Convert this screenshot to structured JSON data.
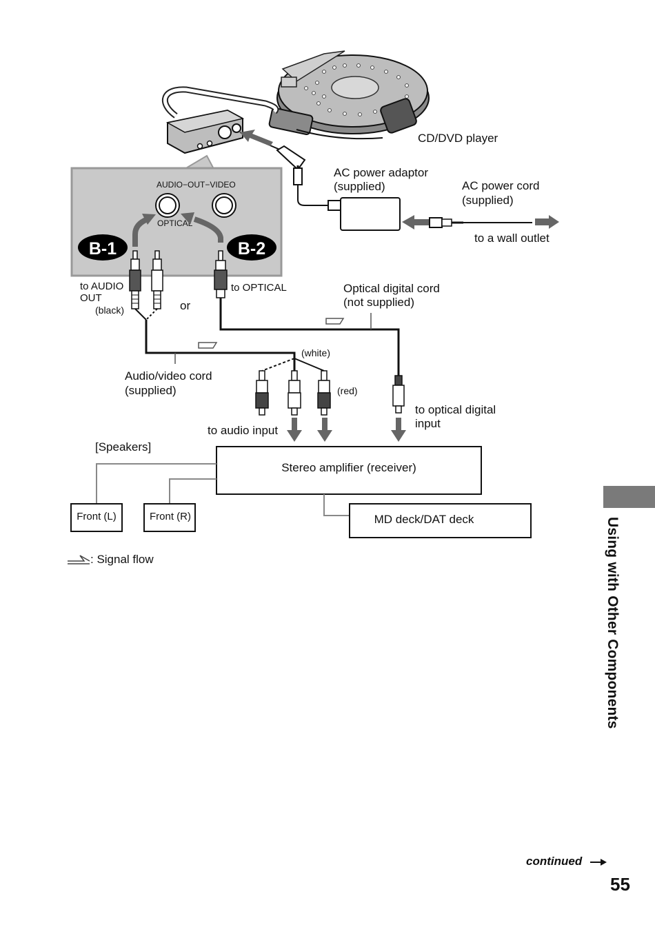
{
  "diagram": {
    "labels": {
      "cd_dvd_player": "CD/DVD player",
      "ac_adaptor_1": "AC power adaptor",
      "ac_adaptor_2": "(supplied)",
      "ac_cord_1": "AC power cord",
      "ac_cord_2": "(supplied)",
      "wall_outlet": "to a wall outlet",
      "panel_audio_out_video": "AUDIO−OUT−VIDEO",
      "panel_optical": "OPTICAL",
      "b1": "B-1",
      "b2": "B-2",
      "to_audio_out_1": "to AUDIO",
      "to_audio_out_2": "OUT",
      "black": "(black)",
      "or": "or",
      "to_optical": "to OPTICAL",
      "optical_cord_1": "Optical digital cord",
      "optical_cord_2": "(not supplied)",
      "white": "(white)",
      "red": "(red)",
      "av_cord_1": "Audio/video cord",
      "av_cord_2": "(supplied)",
      "to_optical_input_1": "to optical digital",
      "to_optical_input_2": "input",
      "to_audio_input": "to audio input",
      "speakers": "[Speakers]",
      "amplifier": "Stereo amplifier (receiver)",
      "front_l": "Front (L)",
      "front_r": "Front (R)",
      "md_deck": "MD deck/DAT deck",
      "signal_flow": ": Signal flow"
    }
  },
  "side_tab": {
    "label": "Using with Other Components"
  },
  "footer": {
    "continued": "continued",
    "page_number": "55"
  }
}
